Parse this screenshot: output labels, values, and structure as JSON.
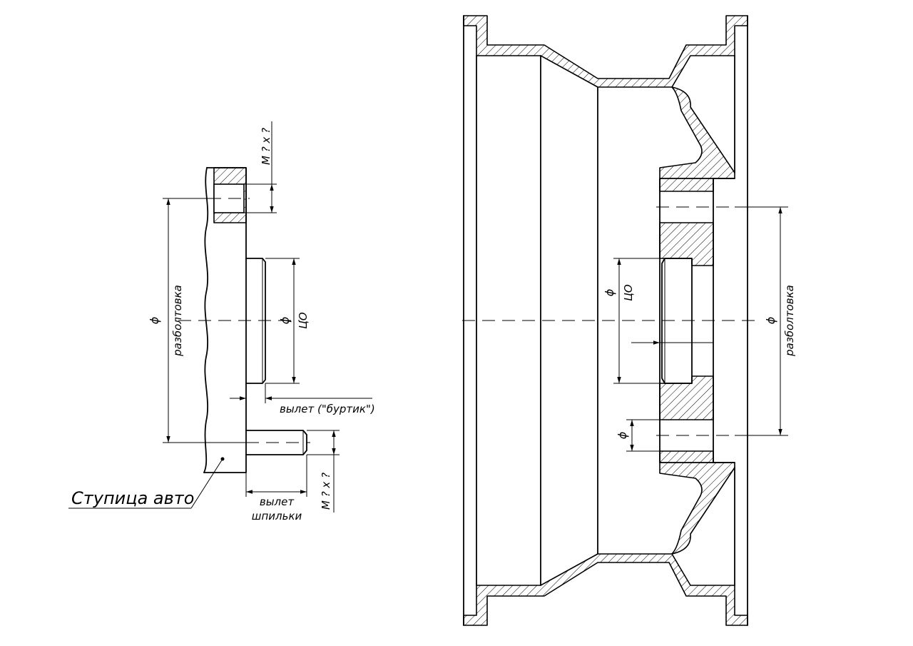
{
  "hub": {
    "title": "Ступица авто",
    "bolt_circle_symbol": "ϕ",
    "bolt_circle_label": "разболтовка",
    "center_bore_symbol": "ϕ",
    "center_bore_label": "ЦО",
    "thread_top": "M ? x ?",
    "thread_bottom": "M ? x ?",
    "lip_offset": "вылет (\"буртик\")",
    "stud_offset_line1": "вылет",
    "stud_offset_line2": "шпильки"
  },
  "wheel": {
    "center_bore_symbol": "ϕ",
    "center_bore_label": "ЦО",
    "bolt_circle_symbol": "ϕ",
    "bolt_circle_label": "разболтовка",
    "bolt_hole_symbol": "ϕ"
  }
}
